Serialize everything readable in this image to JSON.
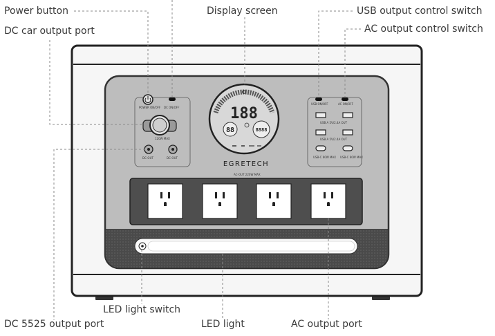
{
  "callouts": {
    "power_button": "Power button",
    "dc_car_output_port": "DC car output port",
    "display_screen": "Display screen",
    "usb_output_control_switch": "USB output control switch",
    "ac_output_control_switch": "AC output control switch",
    "led_light_switch": "LED light switch",
    "dc_5525_output_port": "DC 5525 output port",
    "led_light": "LED light",
    "ac_output_port": "AC output port"
  },
  "device": {
    "brand": "EGRETECH",
    "display_digits": "188",
    "display_left_digits": "88",
    "display_right_digits": "8888",
    "ac_out_label": "AC-OUT 220W MAX",
    "power_label": "POWER ON/OFF",
    "dc_label": "DC ON/OFF",
    "dc_usb_max": "120W MAX",
    "dc_port_1": "DC-OUT",
    "dc_port_2": "DC-OUT",
    "usb_switch_label": "USB ON/OFF",
    "ac_switch_label": "AC ON/OFF",
    "usb_a_label_1": "USB A 5V/2.4A OUT",
    "usb_a_label_2": "USB A 5V/2.4A OUT",
    "usb_c_label_1": "USB-C 60W MAX",
    "usb_c_label_2": "USB-C 60W MAX"
  },
  "colors": {
    "body": "#f6f6f6",
    "panel": "#bdbdbd",
    "outlet_strip": "#4e4e4e",
    "grille": "#4a4a4a",
    "outline": "#222222",
    "leader": "#8a8a8a"
  }
}
